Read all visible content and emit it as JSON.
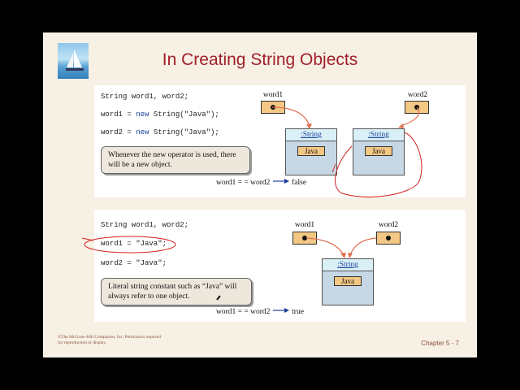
{
  "slide": {
    "title": "In Creating String Objects",
    "copyright": "©The McGraw-Hill Companies, Inc. Permission required for reproduction or display.",
    "chapter": "Chapter 5 - 7"
  },
  "top": {
    "code_line1": "String word1, word2;",
    "code_line2_a": "word1 = ",
    "code_line2_b": "new",
    "code_line2_c": " String(\"Java\");",
    "code_line3_a": "word2 = ",
    "code_line3_b": "new",
    "code_line3_c": " String(\"Java\");",
    "ref1": "word1",
    "ref2": "word2",
    "obj1_class": ":String",
    "obj1_value": "Java",
    "obj2_class": ":String",
    "obj2_value": "Java",
    "note": "Whenever the new operator is used, there will be a new object.",
    "cmp_left": "word1 = = word2",
    "cmp_result": "false"
  },
  "bottom": {
    "code_line1": "String word1, word2;",
    "code_line2": "word1 = \"Java\";",
    "code_line3": "word2 = \"Java\";",
    "ref1": "word1",
    "ref2": "word2",
    "obj_class": ":String",
    "obj_value": "Java",
    "note": "Literal string constant such as “Java” will always refer to one object.",
    "cmp_left": "word1 = = word2",
    "cmp_result": "true"
  },
  "colors": {
    "title": "#a0202a",
    "annotation": "#d42020",
    "arrow": "#e07050"
  }
}
